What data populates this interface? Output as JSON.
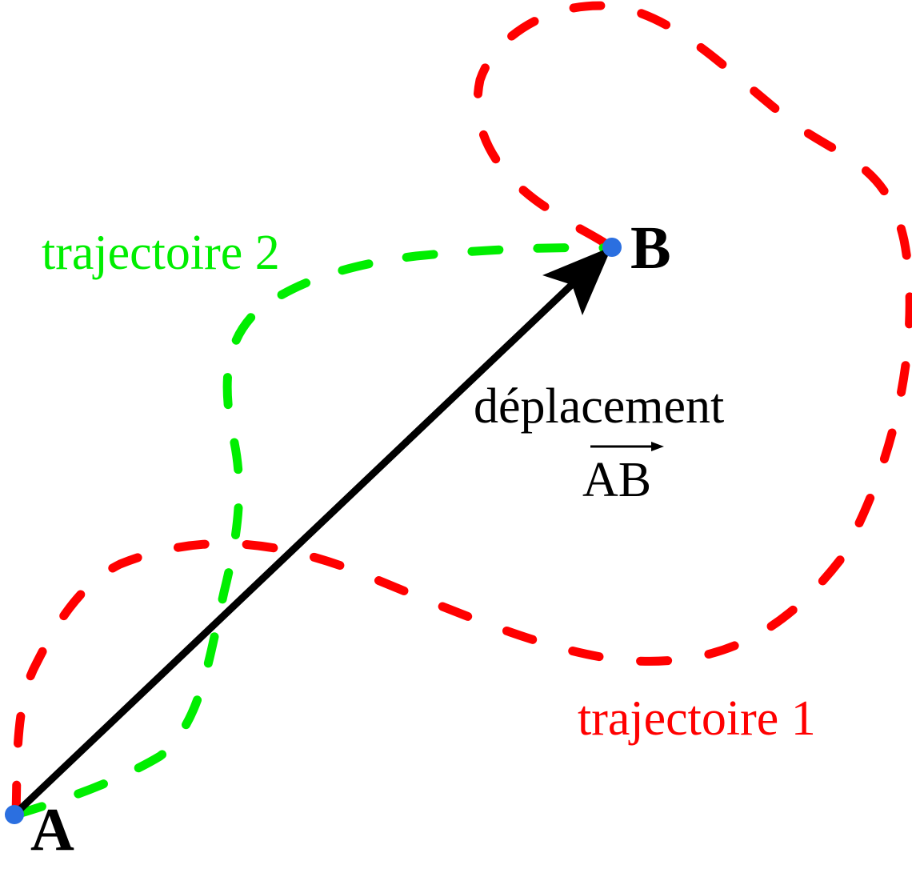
{
  "diagram": {
    "point_a": {
      "label": "A"
    },
    "point_b": {
      "label": "B"
    },
    "trajectory_1": {
      "label": "trajectoire 1",
      "color": "#ff0000"
    },
    "trajectory_2": {
      "label": "trajectoire 2",
      "color": "#00ee00"
    },
    "displacement": {
      "label": "déplacement",
      "vector": "AB",
      "color": "#000000"
    },
    "point_color": "#2b6fe0"
  }
}
